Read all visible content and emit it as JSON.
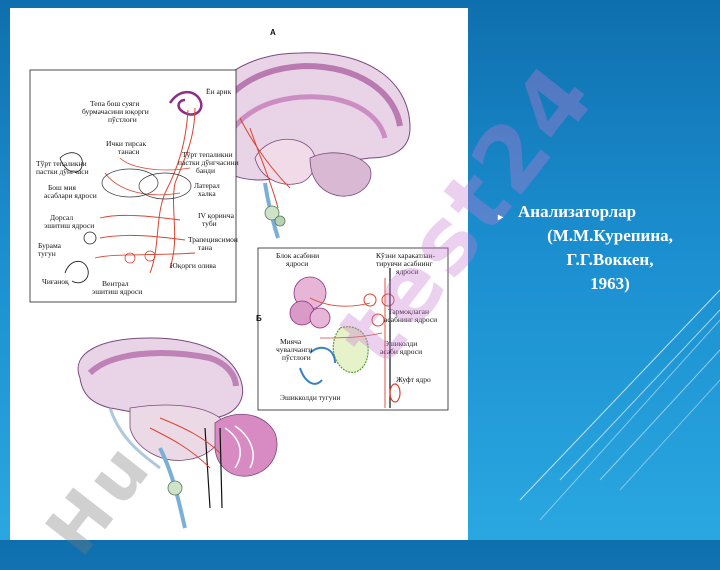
{
  "slide": {
    "caption_lines": [
      "Анализаторлар",
      "(М.М.Курепина,",
      "Г.Г.Воккен,",
      "1963)"
    ],
    "bullet": "▸",
    "watermark_main": "test24",
    "watermark_secondary": "Hu",
    "colors": {
      "background": "#1b8ecf",
      "caption": "#ffffff",
      "watermark": "#c878d2"
    }
  },
  "figure": {
    "panel_a": "А",
    "panel_b": "Б",
    "labels_a": [
      "Ён арик",
      "Тепа бош суяги",
      "бурмачасини юқорги",
      "пўстлоғи",
      "Ички тирсак",
      "танаси",
      "Тўрт тепаликни",
      "пастки дўнгчаси",
      "Тўрт тепаликни",
      "пастки дўнгчасини",
      "банди",
      "Бош мия",
      "асаблари ядроси",
      "Латерал",
      "халка",
      "Дорсал",
      "эшитиш ядроси",
      "IV қоринча",
      "туби",
      "Бурама",
      "тугун",
      "Трапециясимон",
      "тана",
      "Чиғаноқ",
      "Юқорги олива",
      "Вентрал",
      "эшитиш ядроси"
    ],
    "labels_b": [
      "Блок асабини",
      "ядроси",
      "Кўзни харакатлан-",
      "тирувчи асабнинг",
      "ядроси",
      "Тармоқлаган",
      "асабнинг ядроси",
      "Мияча",
      "чувалчанги",
      "пўстлоғи",
      "Эшиколди",
      "асаби ядроси",
      "Жуфт ядро",
      "Эшикколди тугуни"
    ]
  }
}
